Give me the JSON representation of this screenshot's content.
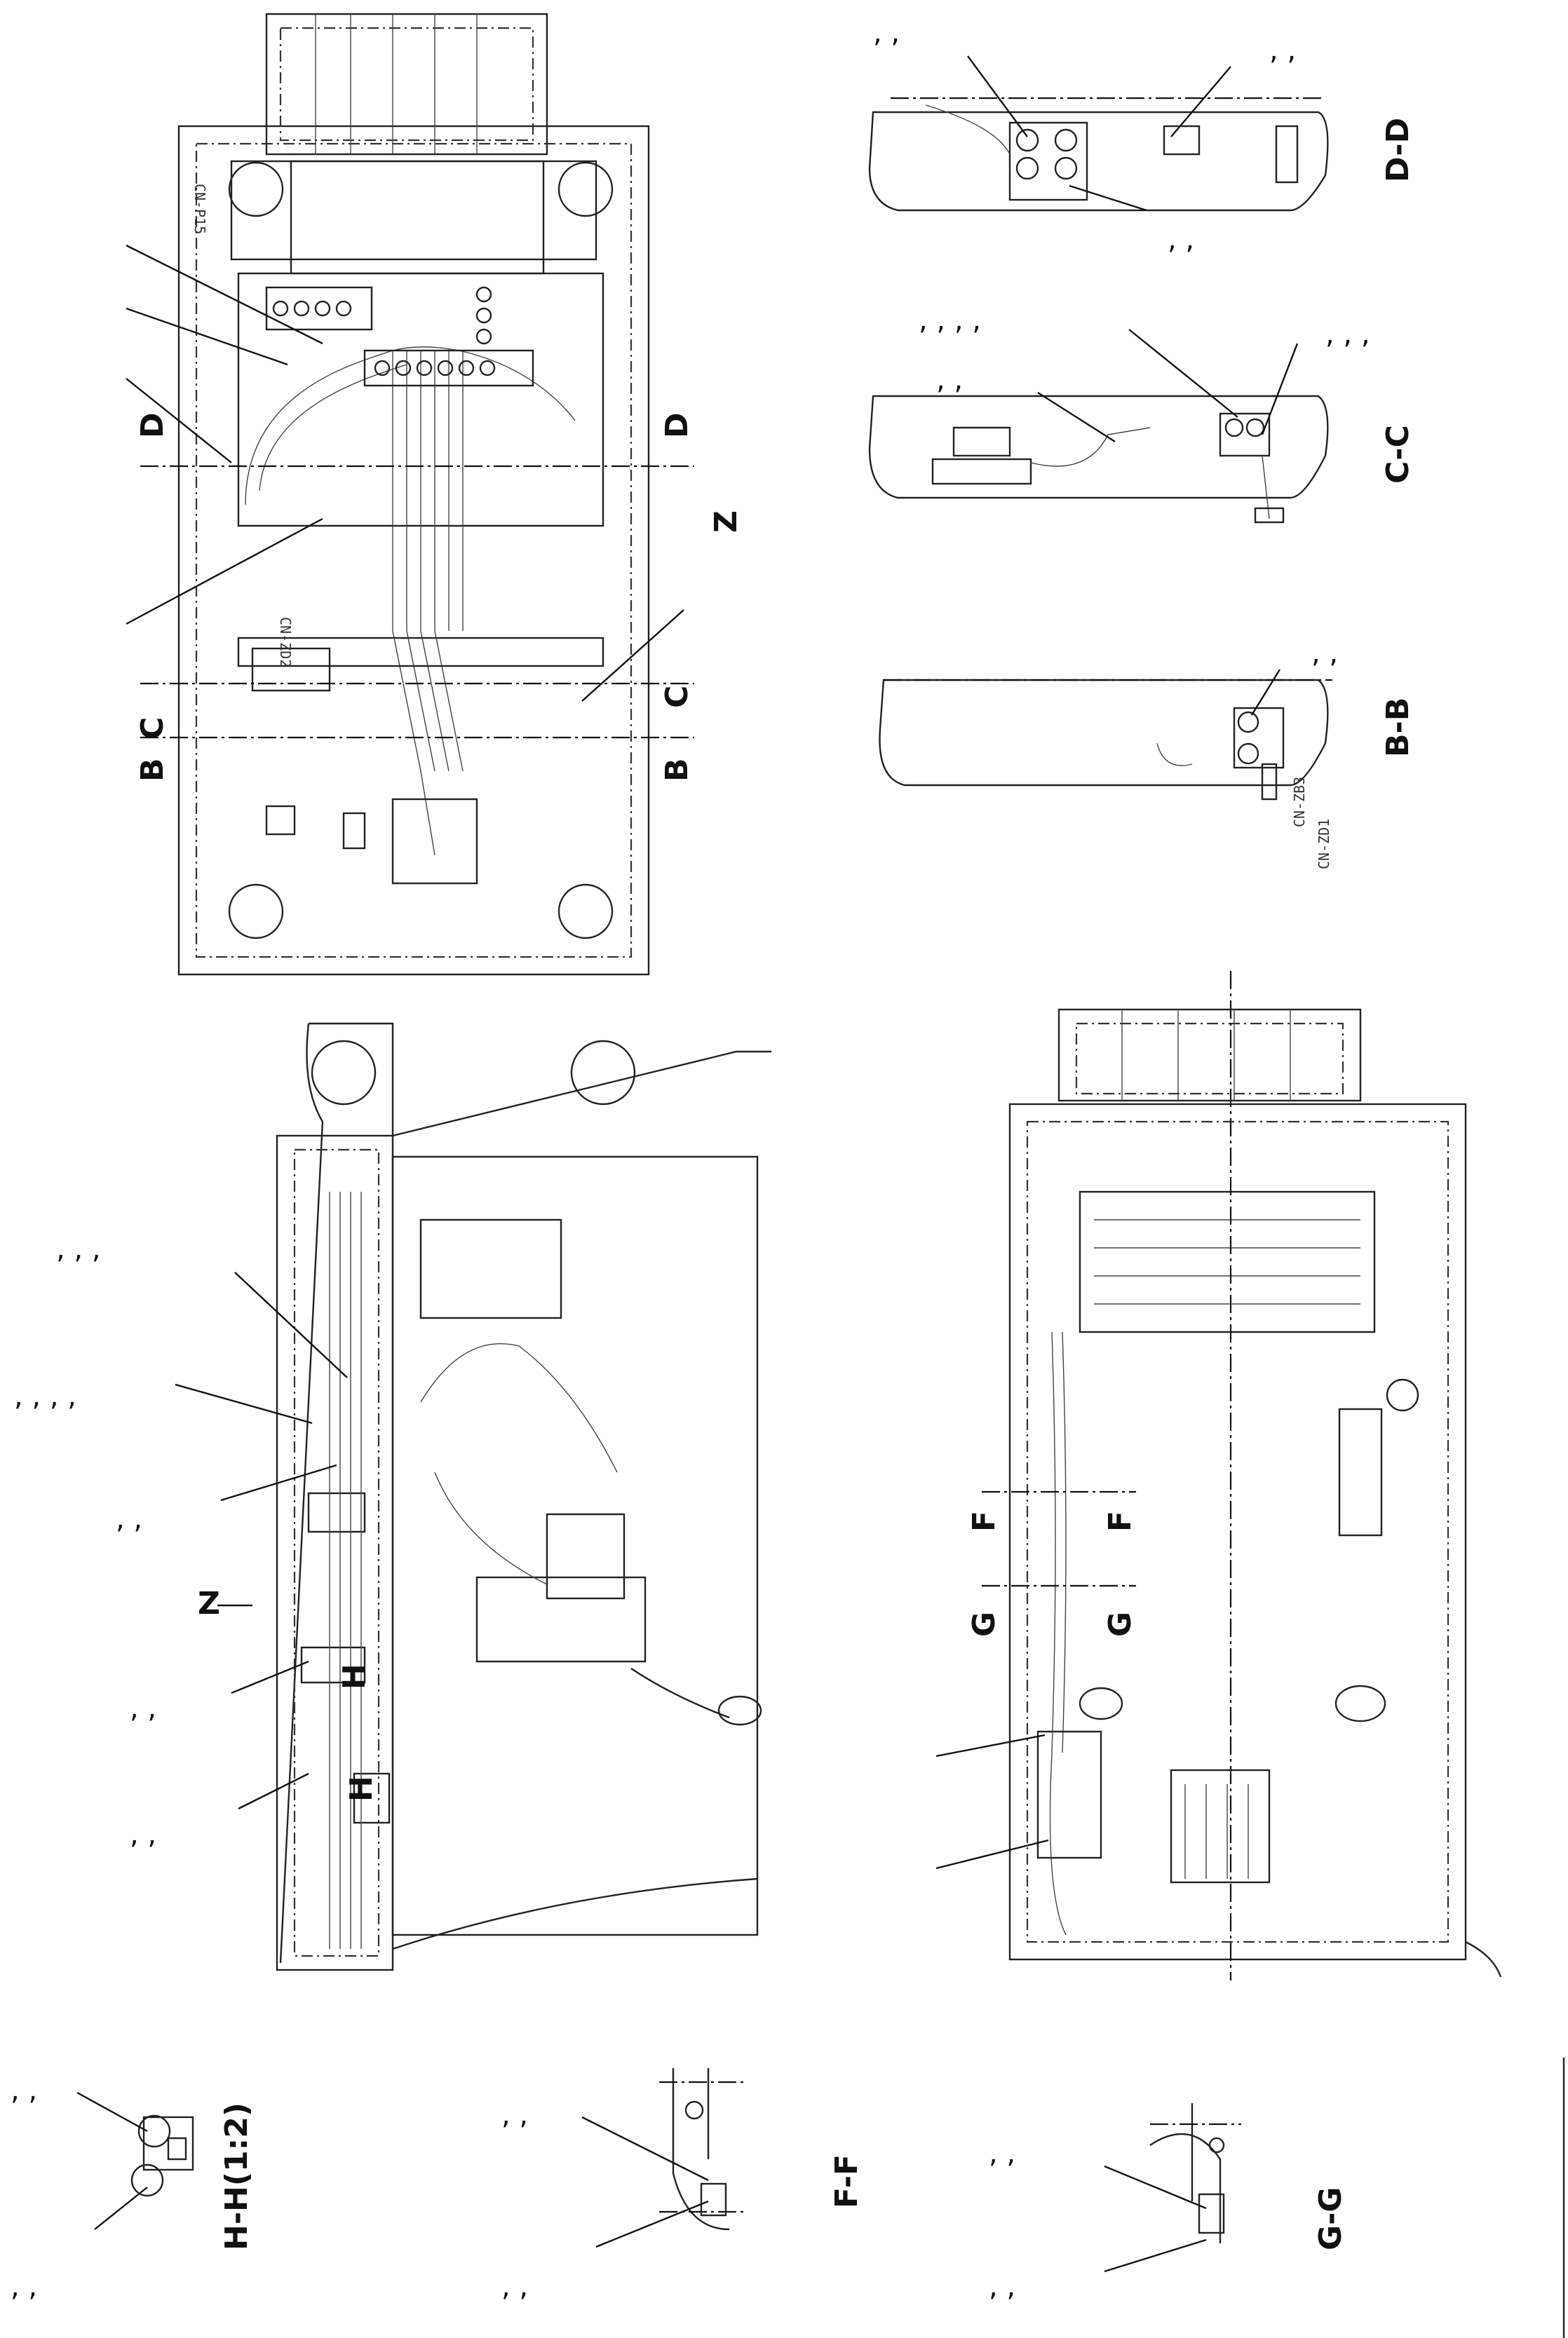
{
  "sections": {
    "zone_z": "Z",
    "b": "B",
    "c": "C",
    "d": "D",
    "f": "F",
    "g": "G",
    "h": "H",
    "dd": "D-D",
    "cc": "C-C",
    "bb": "B-B",
    "hh": "H-H(1:2)",
    "ff": "F-F",
    "gg": "G-G"
  },
  "connectors": {
    "cn_top": "CN-P15",
    "cn_mid": "CN-ZD2",
    "cn_bb_1": "CN-ZB3",
    "cn_bb_2": "CN-ZD1"
  },
  "callout_commas": {
    "single": ",",
    "double": ", ,",
    "triple": ", , ,",
    "quad": ", , , ,"
  }
}
